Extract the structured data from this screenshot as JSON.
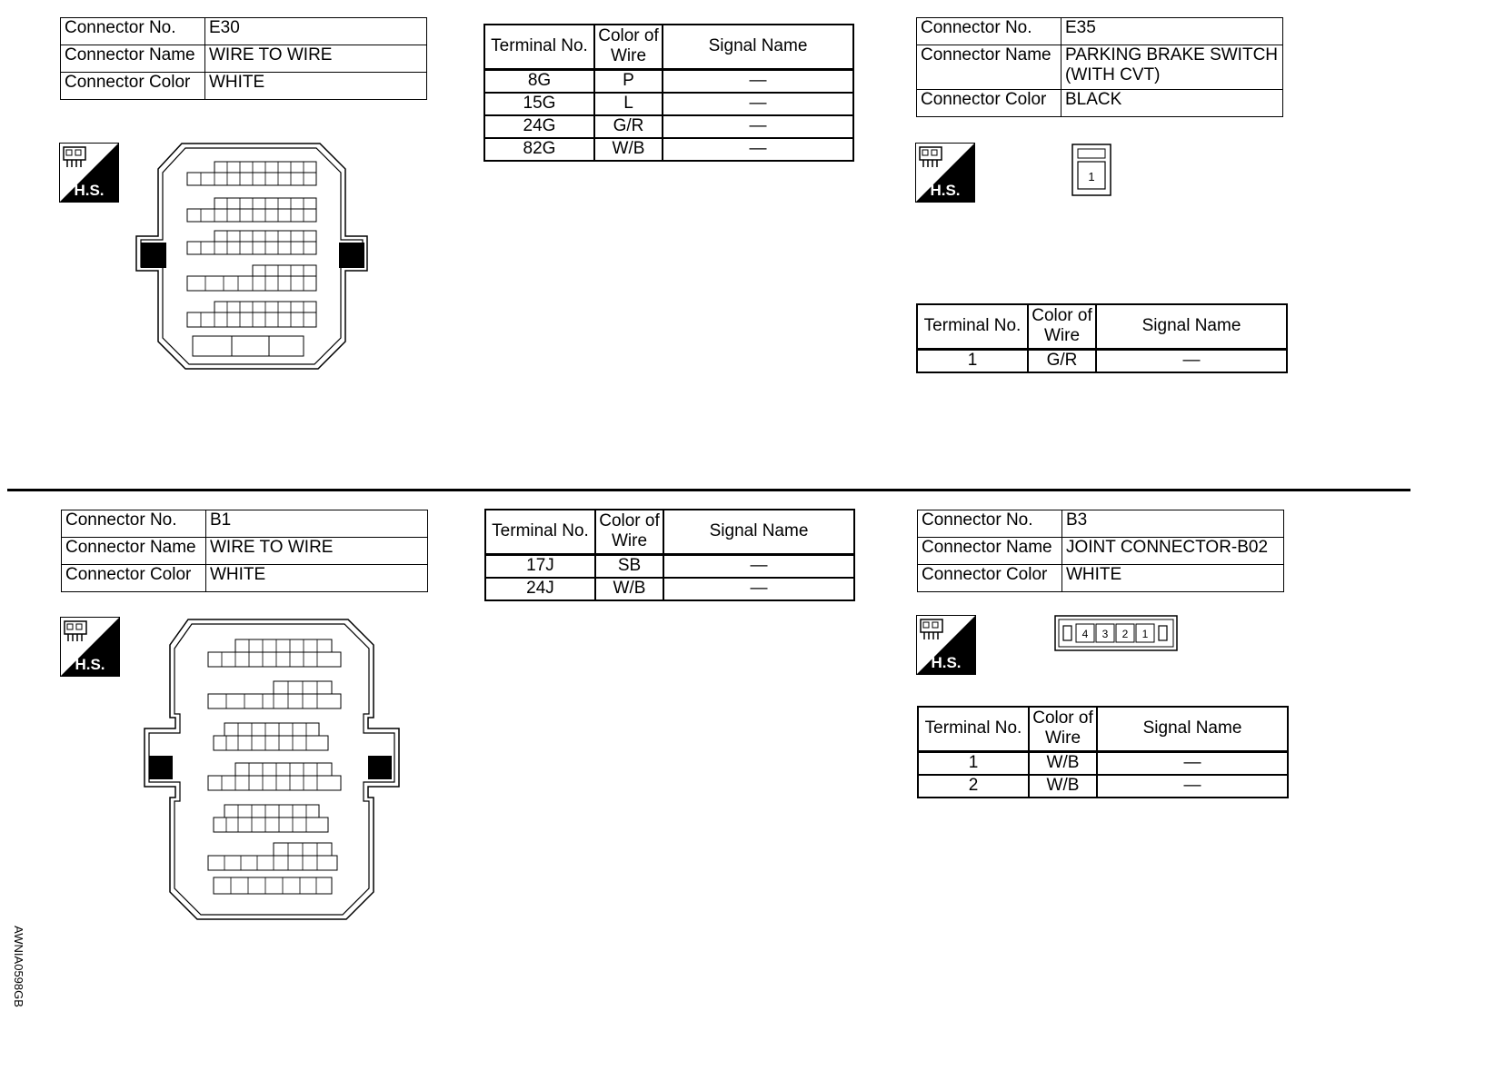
{
  "labels": {
    "connector_no": "Connector No.",
    "connector_name": "Connector Name",
    "connector_color": "Connector Color",
    "terminal_no": "Terminal No.",
    "color_of": "Color of",
    "wire": "Wire",
    "signal_name": "Signal Name",
    "hs_text": "H.S."
  },
  "connectors": [
    {
      "no": "E30",
      "name": "WIRE TO WIRE",
      "color": "WHITE",
      "terminals": [
        {
          "terminal": "8G",
          "wire": "P",
          "signal": "—"
        },
        {
          "terminal": "15G",
          "wire": "L",
          "signal": "—"
        },
        {
          "terminal": "24G",
          "wire": "G/R",
          "signal": "—"
        },
        {
          "terminal": "82G",
          "wire": "W/B",
          "signal": "—"
        }
      ]
    },
    {
      "no": "E35",
      "name": "PARKING BRAKE SWITCH",
      "name_line2": "(WITH CVT)",
      "color": "BLACK",
      "pins": [
        "1"
      ],
      "terminals": [
        {
          "terminal": "1",
          "wire": "G/R",
          "signal": "—"
        }
      ]
    },
    {
      "no": "B1",
      "name": "WIRE TO WIRE",
      "color": "WHITE",
      "terminals": [
        {
          "terminal": "17J",
          "wire": "SB",
          "signal": "—"
        },
        {
          "terminal": "24J",
          "wire": "W/B",
          "signal": "—"
        }
      ]
    },
    {
      "no": "B3",
      "name": "JOINT CONNECTOR-B02",
      "color": "WHITE",
      "pins": [
        "4",
        "3",
        "2",
        "1"
      ],
      "terminals": [
        {
          "terminal": "1",
          "wire": "W/B",
          "signal": "—"
        },
        {
          "terminal": "2",
          "wire": "W/B",
          "signal": "—"
        }
      ]
    }
  ],
  "figure_id": "AWNIA0598GB"
}
